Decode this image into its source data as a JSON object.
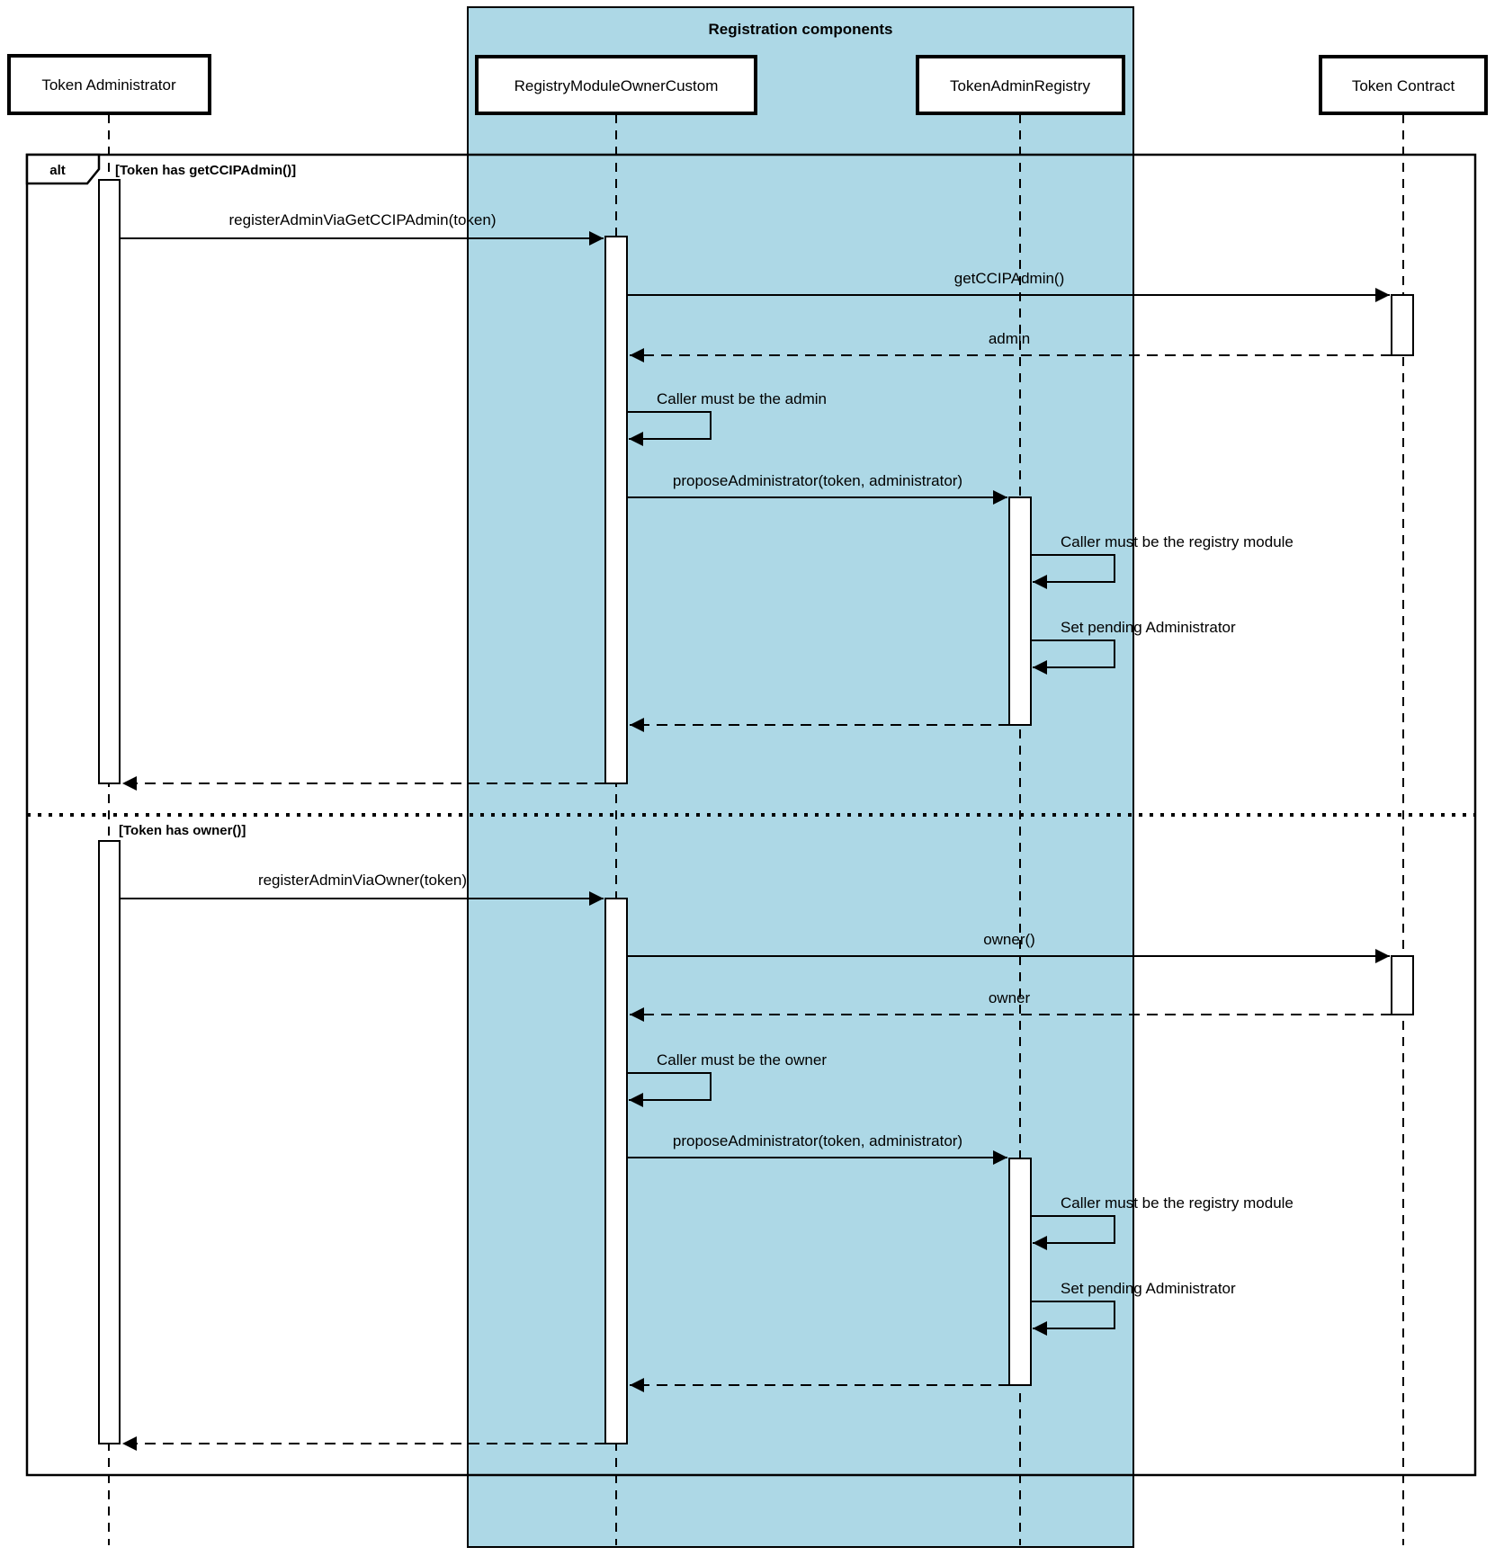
{
  "diagram": {
    "group_title": "Registration components",
    "participants": [
      {
        "name": "Token Administrator"
      },
      {
        "name": "RegistryModuleOwnerCustom"
      },
      {
        "name": "TokenAdminRegistry"
      },
      {
        "name": "Token Contract"
      }
    ],
    "frame": {
      "operator": "alt",
      "guards": [
        "[Token has getCCIPAdmin()]",
        "[Token has owner()]"
      ]
    },
    "messages": [
      {
        "label": "registerAdminViaGetCCIPAdmin(token)",
        "from": "Token Administrator",
        "to": "RegistryModuleOwnerCustom",
        "style": "solid"
      },
      {
        "label": "getCCIPAdmin()",
        "from": "RegistryModuleOwnerCustom",
        "to": "Token Contract",
        "style": "solid"
      },
      {
        "label": "admin",
        "from": "Token Contract",
        "to": "RegistryModuleOwnerCustom",
        "style": "dashed-return"
      },
      {
        "label": "Caller must be the admin",
        "from": "RegistryModuleOwnerCustom",
        "to": "RegistryModuleOwnerCustom",
        "style": "self"
      },
      {
        "label": "proposeAdministrator(token, administrator)",
        "from": "RegistryModuleOwnerCustom",
        "to": "TokenAdminRegistry",
        "style": "solid"
      },
      {
        "label": "Caller must be the registry module",
        "from": "TokenAdminRegistry",
        "to": "TokenAdminRegistry",
        "style": "self"
      },
      {
        "label": "Set pending Administrator",
        "from": "TokenAdminRegistry",
        "to": "TokenAdminRegistry",
        "style": "self"
      },
      {
        "label": "",
        "from": "TokenAdminRegistry",
        "to": "RegistryModuleOwnerCustom",
        "style": "dashed-return"
      },
      {
        "label": "",
        "from": "RegistryModuleOwnerCustom",
        "to": "Token Administrator",
        "style": "dashed-return"
      },
      {
        "label": "registerAdminViaOwner(token)",
        "from": "Token Administrator",
        "to": "RegistryModuleOwnerCustom",
        "style": "solid"
      },
      {
        "label": "owner()",
        "from": "RegistryModuleOwnerCustom",
        "to": "Token Contract",
        "style": "solid"
      },
      {
        "label": "owner",
        "from": "Token Contract",
        "to": "RegistryModuleOwnerCustom",
        "style": "dashed-return"
      },
      {
        "label": "Caller must be the owner",
        "from": "RegistryModuleOwnerCustom",
        "to": "RegistryModuleOwnerCustom",
        "style": "self"
      },
      {
        "label": "proposeAdministrator(token, administrator)",
        "from": "RegistryModuleOwnerCustom",
        "to": "TokenAdminRegistry",
        "style": "solid"
      },
      {
        "label": "Caller must be the registry module",
        "from": "TokenAdminRegistry",
        "to": "TokenAdminRegistry",
        "style": "self"
      },
      {
        "label": "Set pending Administrator",
        "from": "TokenAdminRegistry",
        "to": "TokenAdminRegistry",
        "style": "self"
      },
      {
        "label": "",
        "from": "TokenAdminRegistry",
        "to": "RegistryModuleOwnerCustom",
        "style": "dashed-return"
      },
      {
        "label": "",
        "from": "RegistryModuleOwnerCustom",
        "to": "Token Administrator",
        "style": "dashed-return"
      }
    ],
    "colors": {
      "group_fill": "#ADD8E6",
      "line_color": "#000000"
    }
  }
}
